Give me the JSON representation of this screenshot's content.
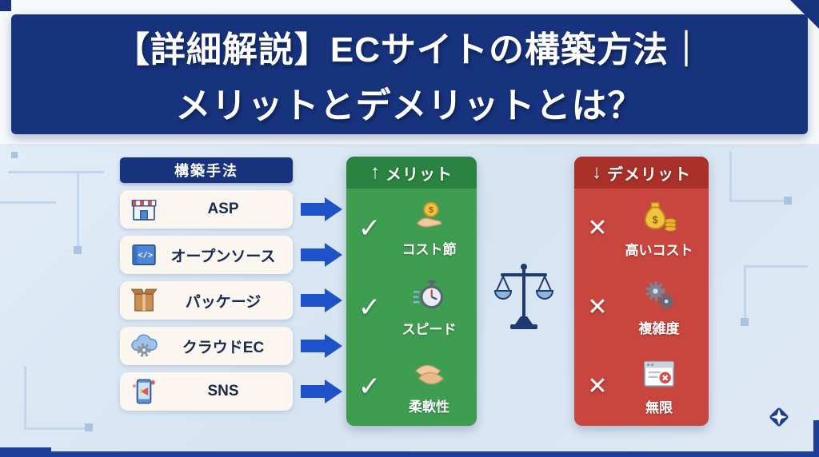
{
  "header": {
    "title_line1": "【詳細解説】ECサイトの構築方法｜",
    "title_line2": "メリットとデメリットとは？"
  },
  "methods": {
    "header": "構築手法",
    "items": [
      {
        "label": "ASP",
        "icon": "storefront-icon"
      },
      {
        "label": "オープンソース",
        "icon": "blueprint-code-icon"
      },
      {
        "label": "パッケージ",
        "icon": "package-box-icon"
      },
      {
        "label": "クラウドEC",
        "icon": "cloud-gear-icon"
      },
      {
        "label": "SNS",
        "icon": "phone-megaphone-icon"
      }
    ]
  },
  "merits": {
    "arrow_char": "↑",
    "title": "メリット",
    "check_char": "✓",
    "items": [
      {
        "label": "コスト節",
        "icon": "coin-hand-icon"
      },
      {
        "label": "スピード",
        "icon": "stopwatch-icon"
      },
      {
        "label": "柔軟性",
        "icon": "flexible-hands-icon"
      }
    ]
  },
  "demerits": {
    "arrow_char": "↓",
    "title": "デメリット",
    "cross_char": "✕",
    "items": [
      {
        "label": "高いコスト",
        "icon": "money-bag-icon"
      },
      {
        "label": "複雑度",
        "icon": "gears-icon"
      },
      {
        "label": "無限",
        "icon": "browser-error-icon"
      }
    ]
  },
  "colors": {
    "header_bg": "#17337d",
    "merit_green": "#3f9d51",
    "merit_header_green": "#2a8340",
    "demerit_red": "#c8463e",
    "demerit_header_red": "#a93129",
    "arrow_blue": "#1d52c9",
    "background_blue": "#d8e5f1"
  }
}
